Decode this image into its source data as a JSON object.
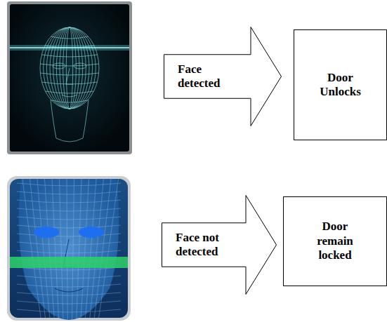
{
  "diagram": {
    "nodes": [
      {
        "text": [
          "Face detected"
        ]
      },
      {
        "text": [
          "Door Unlocks"
        ]
      },
      {
        "text": [
          "Face not detected"
        ]
      },
      {
        "text": [
          "Door remain locked"
        ]
      }
    ]
  }
}
